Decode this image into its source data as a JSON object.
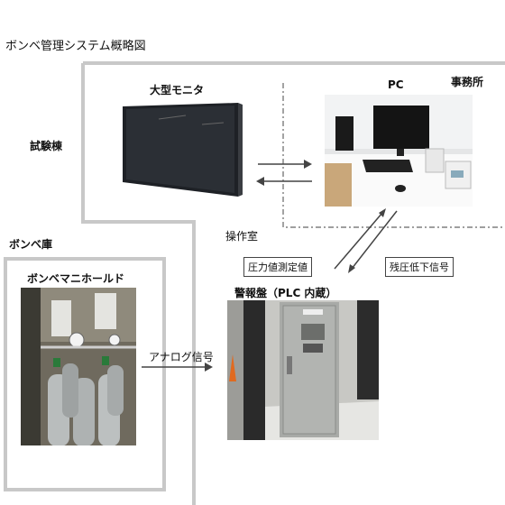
{
  "diagram": {
    "title": "ボンベ管理システム概略図",
    "areas": {
      "test_building": "試験棟",
      "office": "事務所",
      "operation_room": "操作室",
      "cylinder_storage": "ボンベ庫"
    },
    "devices": {
      "large_monitor": "大型モニタ",
      "pc": "PC",
      "alarm_panel": "警報盤（PLC 内蔵）",
      "cylinder_manifold": "ボンベマニホールド"
    },
    "signals": {
      "pressure_measurement": "圧力値測定値",
      "low_residual_pressure": "残圧低下信号",
      "analog_signal": "アナログ信号"
    }
  }
}
